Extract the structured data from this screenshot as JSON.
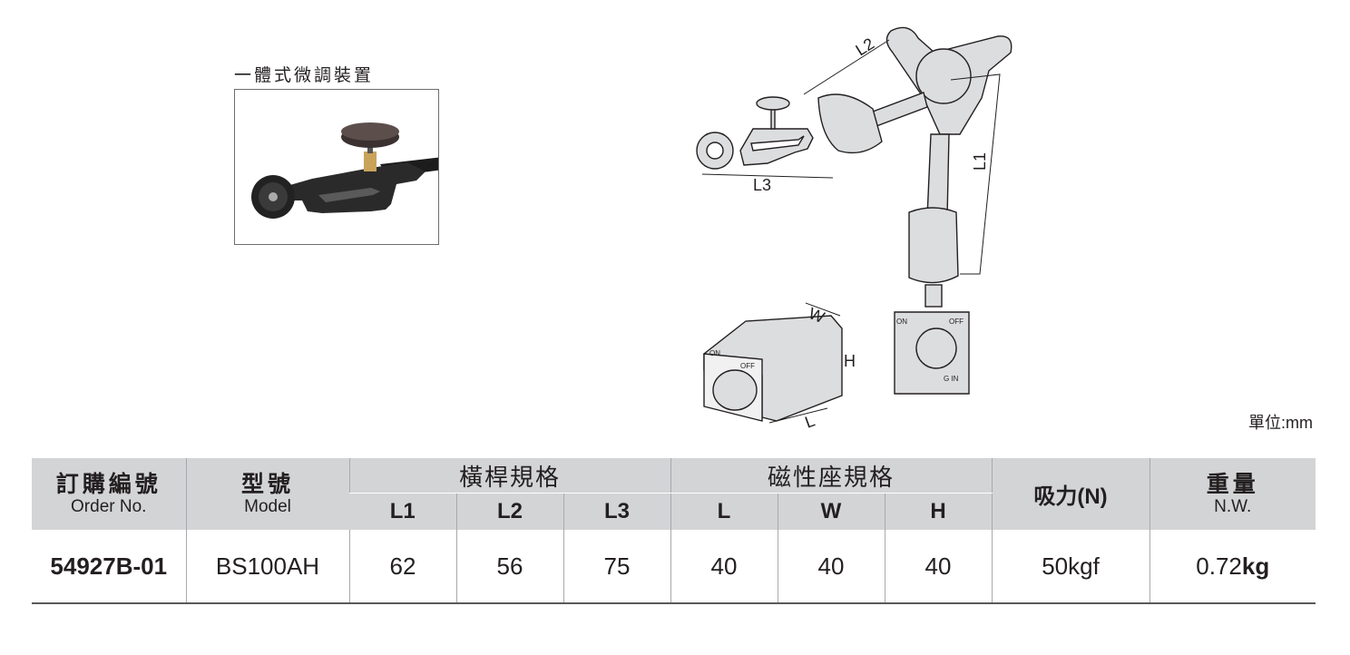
{
  "inset": {
    "caption": "一體式微調裝置"
  },
  "diagram": {
    "arm_labels": {
      "l1": "L1",
      "l2": "L2",
      "l3": "L3"
    },
    "base_labels": {
      "w": "W",
      "h": "H",
      "l": "L"
    },
    "switch_labels": {
      "on": "ON",
      "off": "OFF",
      "gin": "G IN"
    }
  },
  "unit_note": "單位:mm",
  "table": {
    "headers": {
      "order_no_zh": "訂購編號",
      "order_no_en": "Order No.",
      "model_zh": "型號",
      "model_en": "Model",
      "rod_spec": "橫桿規格",
      "base_spec": "磁性座規格",
      "force": "吸力(N)",
      "weight_zh": "重量",
      "weight_en": "N.W.",
      "l1": "L1",
      "l2": "L2",
      "l3": "L3",
      "l": "L",
      "w": "W",
      "h": "H"
    },
    "row": {
      "order_no": "54927B-01",
      "model": "BS100AH",
      "l1": "62",
      "l2": "56",
      "l3": "75",
      "l": "40",
      "w": "40",
      "h": "40",
      "force": "50kgf",
      "weight_num": "0.72",
      "weight_unit": "kg"
    }
  }
}
